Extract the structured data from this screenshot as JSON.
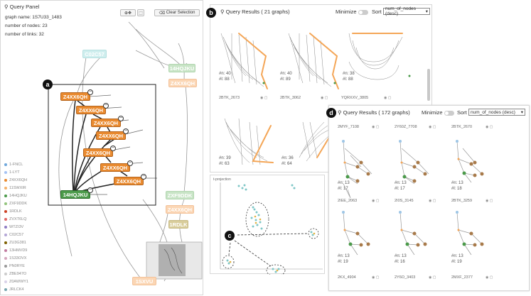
{
  "query_panel": {
    "title": "Query Panel",
    "graph_name": "graph name: 1S7U33_1483",
    "num_nodes": "number of nodes: 23",
    "num_links": "number of links: 32",
    "clear_selection": "Clear Selection",
    "nodes": {
      "top": "C02C57",
      "side1": "14HQJKU",
      "side2": "Z4XX6QH",
      "o1": "Z4XX6QH",
      "o2": "Z4XX6QH",
      "o3": "Z4XX6QH",
      "o4": "Z4XX6QH",
      "o5": "Z4XX6QH",
      "o6": "Z4XX6QH",
      "o7": "Z4XX6QH",
      "bottom": "14HQJKU",
      "r1": "ZXF9DDK",
      "r2": "Z4XX6QH",
      "r3": "1RDLK",
      "r4": "1SXVU"
    },
    "legend": [
      {
        "label": "1-FNCL",
        "color": "#6fa8dc"
      },
      {
        "label": "1-LYT",
        "color": "#a4c2f4"
      },
      {
        "label": "Z4XX6QH",
        "color": "#e98a2f"
      },
      {
        "label": "11SWXIR",
        "color": "#f6b26b"
      },
      {
        "label": "14HQJKU",
        "color": "#4b9a4a"
      },
      {
        "label": "ZXF9DDK",
        "color": "#93c47d"
      },
      {
        "label": "1RDLK",
        "color": "#cc4125"
      },
      {
        "label": "ZVXT6LQ",
        "color": "#e06666"
      },
      {
        "label": "WTZI3V",
        "color": "#8e7cc3"
      },
      {
        "label": "C02C57",
        "color": "#b4a7d6"
      },
      {
        "label": "ZU3G381",
        "color": "#7f6000"
      },
      {
        "label": "13HMVD9",
        "color": "#c27ba0"
      },
      {
        "label": "1S33OVX",
        "color": "#d5a6bd"
      },
      {
        "label": "PN0RYE",
        "color": "#999999"
      },
      {
        "label": "ZBE947O",
        "color": "#cccccc"
      },
      {
        "label": "Z0AWWY1",
        "color": "#d9d2e9"
      },
      {
        "label": "JRLCK4",
        "color": "#76a5af"
      }
    ]
  },
  "results_b": {
    "title": "Query Results ( 21 graphs)",
    "minimize": "Minimize",
    "sort": "Sort",
    "sort_value": "num_of_nodes (desc)",
    "cards": [
      {
        "name": "2BTK_2673",
        "n": "#n: 40",
        "l": "#l: 88"
      },
      {
        "name": "2BTK_3062",
        "n": "#n: 40",
        "l": "#l: 89"
      },
      {
        "name": "YQRXXV_3805",
        "n": "#n: 38",
        "l": "#l: 88"
      },
      {
        "name": "",
        "n": "#n: 39",
        "l": "#l: 63"
      },
      {
        "name": "",
        "n": "#n: 36",
        "l": "#l: 64"
      }
    ]
  },
  "projection": {
    "label": "t-projection"
  },
  "results_d": {
    "title": "Query Results ( 172 graphs)",
    "minimize": "Minimize",
    "sort": "Sort",
    "sort_value": "num_of_nodes (desc)",
    "cards": [
      {
        "name": "2MYF_7108",
        "n": "#n: 13",
        "l": "#l: 17"
      },
      {
        "name": "2Y60Z_7708",
        "n": "#n: 13",
        "l": "#l: 17"
      },
      {
        "name": "2BTK_2670",
        "n": "#n: 13",
        "l": "#l: 18"
      },
      {
        "name": "2IEE_2063",
        "n": "#n: 13",
        "l": "#l: 19"
      },
      {
        "name": "2I0S_3145",
        "n": "#n: 13",
        "l": "#l: 16"
      },
      {
        "name": "2BTK_3259",
        "n": "#n: 13",
        "l": "#l: 19"
      },
      {
        "name": "2KX_4904",
        "n": "",
        "l": ""
      },
      {
        "name": "2Y6O_3403",
        "n": "",
        "l": ""
      },
      {
        "name": "2MXF_2377",
        "n": "",
        "l": ""
      }
    ]
  },
  "badges": {
    "a": "a",
    "b": "b",
    "c": "c",
    "d": "d"
  }
}
